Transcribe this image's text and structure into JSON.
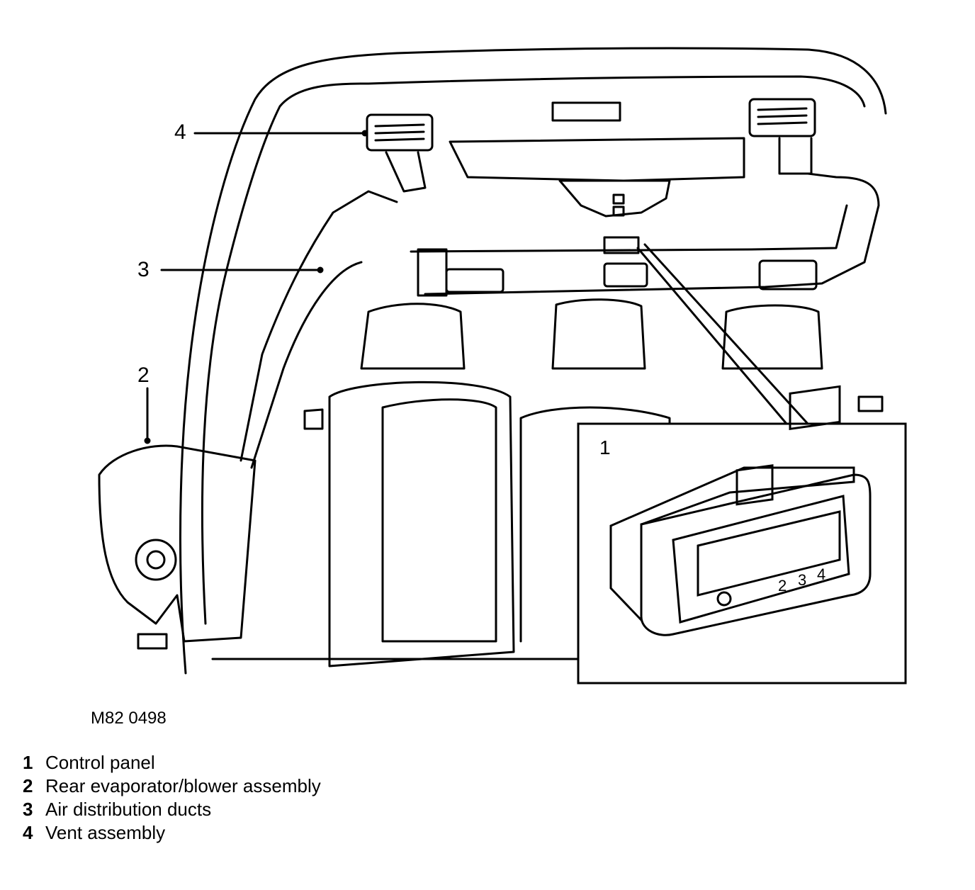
{
  "figure": {
    "figure_id": "M82 0498",
    "callouts": [
      {
        "num": "4"
      },
      {
        "num": "3"
      },
      {
        "num": "2"
      }
    ],
    "inset": {
      "num": "1",
      "switch_labels": [
        "2",
        "3",
        "4"
      ]
    }
  },
  "legend": [
    {
      "num": "1",
      "text": "Control panel"
    },
    {
      "num": "2",
      "text": "Rear evaporator/blower assembly"
    },
    {
      "num": "3",
      "text": "Air distribution ducts"
    },
    {
      "num": "4",
      "text": "Vent assembly"
    }
  ]
}
